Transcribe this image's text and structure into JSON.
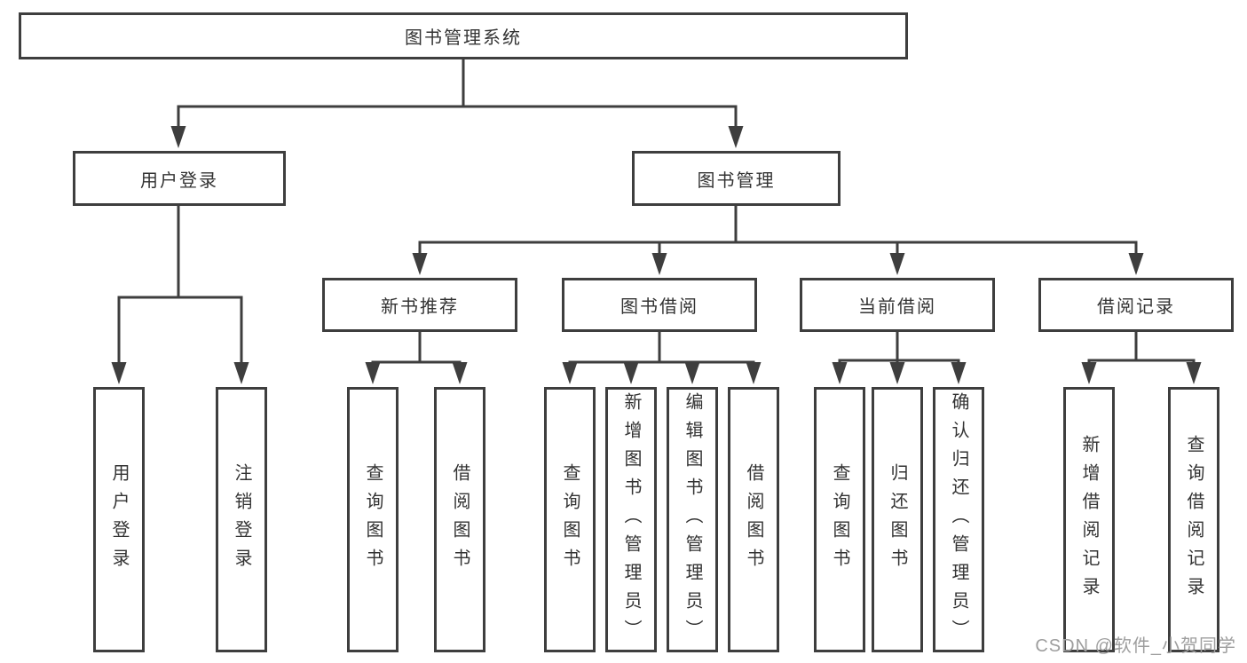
{
  "diagram": {
    "root": {
      "label": "图书管理系统"
    },
    "branches": [
      {
        "label": "用户登录",
        "children": [
          {
            "label": "用户登录"
          },
          {
            "label": "注销登录"
          }
        ]
      },
      {
        "label": "图书管理",
        "groups": [
          {
            "label": "新书推荐",
            "children": [
              {
                "label": "查询图书"
              },
              {
                "label": "借阅图书"
              }
            ]
          },
          {
            "label": "图书借阅",
            "children": [
              {
                "label": "查询图书"
              },
              {
                "label": "新增图书（管理员）"
              },
              {
                "label": "编辑图书（管理员）"
              },
              {
                "label": "借阅图书"
              }
            ]
          },
          {
            "label": "当前借阅",
            "children": [
              {
                "label": "查询图书"
              },
              {
                "label": "归还图书"
              },
              {
                "label": "确认归还（管理员）"
              }
            ]
          },
          {
            "label": "借阅记录",
            "children": [
              {
                "label": "新增借阅记录"
              },
              {
                "label": "查询借阅记录"
              }
            ]
          }
        ]
      }
    ]
  },
  "watermark": {
    "text": "CSDN @软件_小贺同学"
  },
  "colors": {
    "line": "#3e3e3e",
    "box_border": "#3e3e3e",
    "text": "#333333",
    "watermark": "#9e9e9e",
    "background": "#ffffff"
  }
}
